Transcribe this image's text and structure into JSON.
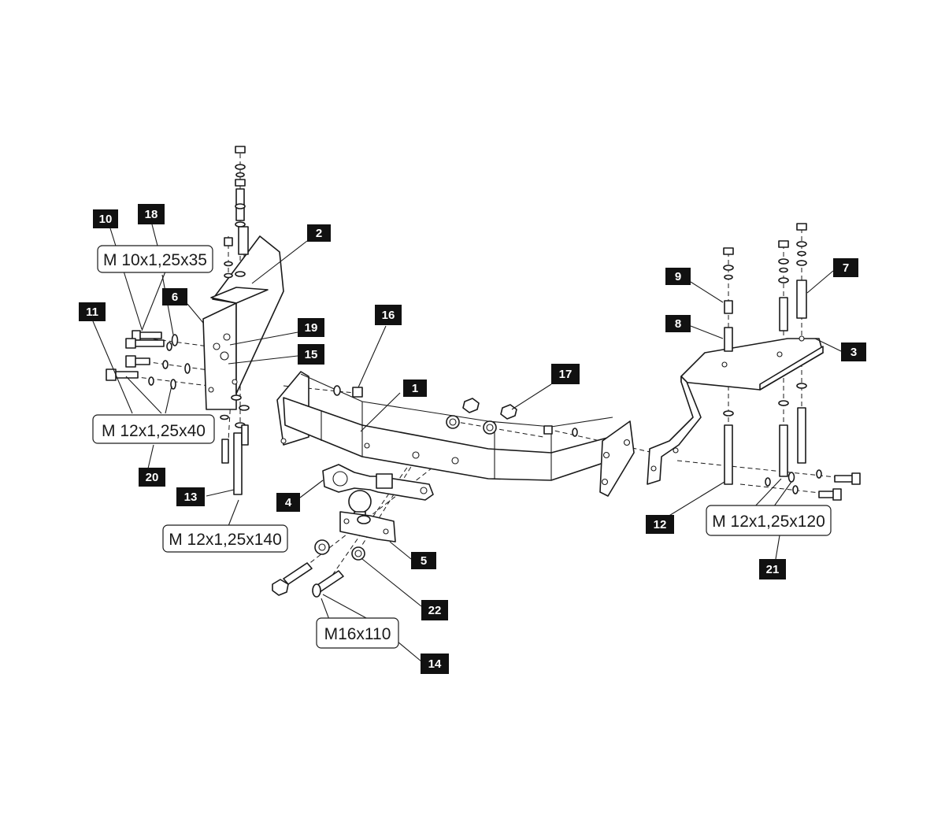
{
  "callouts": {
    "c1": "1",
    "c2": "2",
    "c3": "3",
    "c4": "4",
    "c5": "5",
    "c6": "6",
    "c7": "7",
    "c8": "8",
    "c9": "9",
    "c10": "10",
    "c11": "11",
    "c12": "12",
    "c13": "13",
    "c14": "14",
    "c15": "15",
    "c16": "16",
    "c17": "17",
    "c18": "18",
    "c19": "19",
    "c20": "20",
    "c21": "21",
    "c22": "22"
  },
  "specs": {
    "bolt_m10x35": "M 10x1,25x35",
    "bolt_m12x40": "M 12x1,25x40",
    "bolt_m12x140": "M 12x1,25x140",
    "bolt_m12x120": "M 12x1,25x120",
    "bolt_m16x110": "M16x110"
  }
}
